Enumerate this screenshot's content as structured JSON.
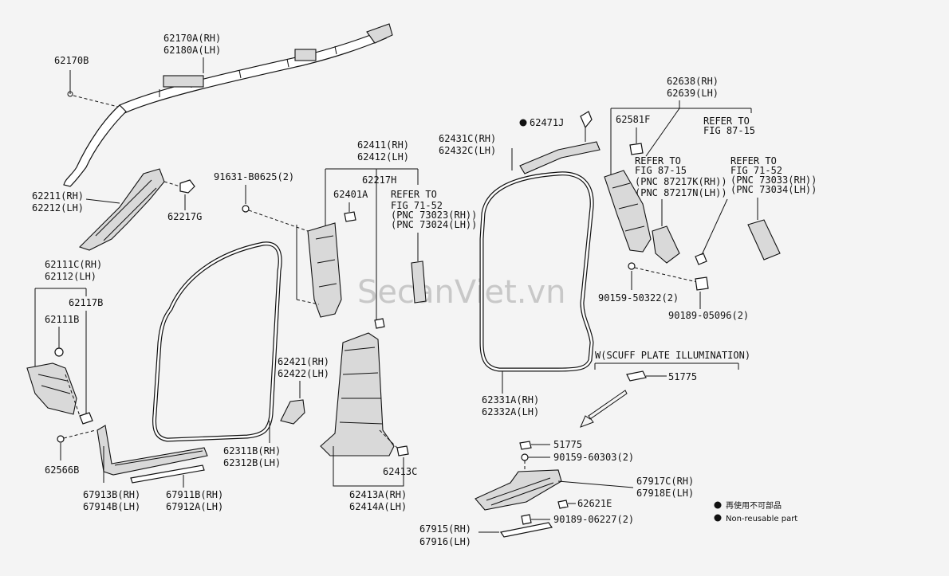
{
  "watermark": "SecanViet.vn",
  "labels": {
    "l62170A": "62170A(RH)",
    "l62180A": "62180A(LH)",
    "l62170B": "62170B",
    "l62211": "62211(RH)",
    "l62212": "62212(LH)",
    "l62217G": "62217G",
    "l91631": "91631-B0625(2)",
    "l62111C": "62111C(RH)",
    "l62112": "62112(LH)",
    "l62117B": "62117B",
    "l62111B": "62111B",
    "l62566B": "62566B",
    "l67913B": "67913B(RH)",
    "l67914B": "67914B(LH)",
    "l67911B": "67911B(RH)",
    "l67912A": "67912A(LH)",
    "l62311B": "62311B(RH)",
    "l62312B": "62312B(LH)",
    "l62411": "62411(RH)",
    "l62412": "62412(LH)",
    "l62217H": "62217H",
    "l62401A": "62401A",
    "refer1a": "REFER TO",
    "refer1b": "FIG 71-52",
    "refer1c": "(PNC 73023(RH))",
    "refer1d": "(PNC 73024(LH))",
    "l62421": "62421(RH)",
    "l62422": "62422(LH)",
    "l62413C": "62413C",
    "l62413A": "62413A(RH)",
    "l62414A": "62414A(LH)",
    "l62431C": "62431C(RH)",
    "l62432C": "62432C(LH)",
    "l62471J": "62471J",
    "l62331A": "62331A(RH)",
    "l62332A": "62332A(LH)",
    "l62638": "62638(RH)",
    "l62639": "62639(LH)",
    "l62581F": "62581F",
    "refer2a": "REFER TO",
    "refer2b": "FIG 87-15",
    "refer3a": "REFER TO",
    "refer3b": "FIG 87-15",
    "refer3c": "(PNC 87217K(RH))",
    "refer3d": "(PNC 87217N(LH))",
    "refer4a": "REFER TO",
    "refer4b": "FIG 71-52",
    "refer4c": "(PNC 73033(RH))",
    "refer4d": "(PNC 73034(LH))",
    "l90159_50322": "90159-50322(2)",
    "l90189_05096": "90189-05096(2)",
    "scuff": "W(SCUFF PLATE ILLUMINATION)",
    "l51775a": "51775",
    "l51775b": "51775",
    "l90159_60303": "90159-60303(2)",
    "l67917C": "67917C(RH)",
    "l67918E": "67918E(LH)",
    "l62621E": "62621E",
    "l90189_06227": "90189-06227(2)",
    "l67915": "67915(RH)",
    "l67916": "67916(LH)"
  },
  "legend": {
    "item1": "再使用不可部品",
    "item2": "Non-reusable part"
  }
}
